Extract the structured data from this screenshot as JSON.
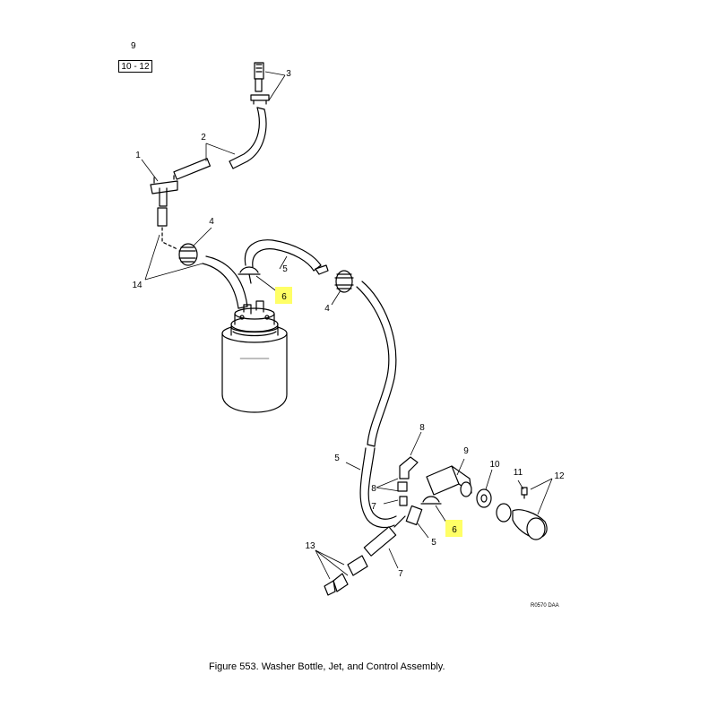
{
  "sheet_ref": {
    "top": "9",
    "range": "10 - 12"
  },
  "callouts": {
    "c1": "1",
    "c2": "2",
    "c3": "3",
    "c4a": "4",
    "c4b": "4",
    "c5a": "5",
    "c5b": "5",
    "c5c": "5",
    "c6a": "6",
    "c6b": "6",
    "c7a": "7",
    "c7b": "7",
    "c8a": "8",
    "c8b": "8",
    "c9": "9",
    "c10": "10",
    "c11": "11",
    "c12": "12",
    "c13": "13",
    "c14": "14"
  },
  "highlight_color": "#ffff66",
  "drawing_id": "R0570 DAA",
  "caption": "Figure  553.   Washer Bottle, Jet, and Control Assembly."
}
